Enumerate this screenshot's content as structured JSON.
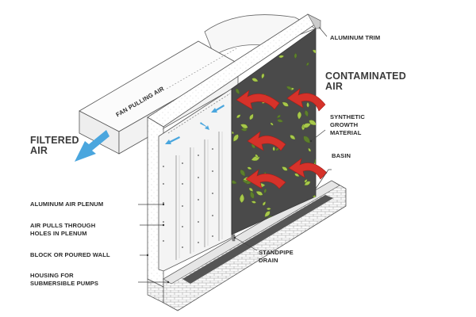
{
  "labels": {
    "aluminum_trim": "ALUMINUM TRIM",
    "contaminated_air": "CONTAMINATED\nAIR",
    "fan_pulling_air": "FAN PULLING AIR",
    "filtered_air": "FILTERED\nAIR",
    "synthetic_growth_material": "SYNTHETIC\nGROWTH\nMATERIAL",
    "basin": "BASIN",
    "aluminum_air_plenum": "ALUMINUM AIR PLENUM",
    "air_pulls_through": "AIR PULLS THROUGH\nHOLES IN PLENUM",
    "block_or_poured_wall": "BLOCK OR POURED WALL",
    "housing_pumps": "HOUSING FOR\nSUBMERSIBLE PUMPS",
    "standpipe_drain": "STANDPIPE\nDRAIN"
  },
  "colors": {
    "panel": "#4a4a4a",
    "leaf_light": "#a8c84a",
    "leaf_dark": "#5e7f2c",
    "red_arrow": "#d6322a",
    "blue_arrow": "#4aa6de",
    "line": "#555555"
  }
}
